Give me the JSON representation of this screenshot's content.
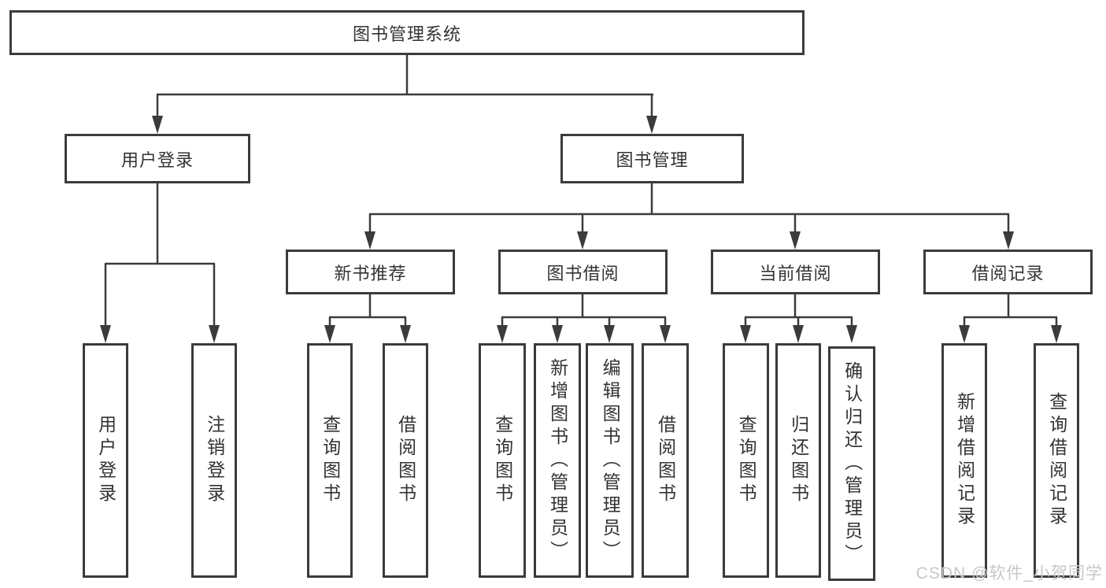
{
  "diagram_title": "图书管理系统",
  "colors": {
    "line": "#3b3b3b",
    "text": "#333333",
    "box_background": "#ffffff",
    "page_background": "#ffffff",
    "watermark": "#c8c8c8"
  },
  "tree": {
    "label": "图书管理系统",
    "children": [
      {
        "label": "用户登录",
        "children": [
          {
            "label": "用户登录"
          },
          {
            "label": "注销登录"
          }
        ]
      },
      {
        "label": "图书管理",
        "children": [
          {
            "label": "新书推荐",
            "children": [
              {
                "label": "查询图书"
              },
              {
                "label": "借阅图书"
              }
            ]
          },
          {
            "label": "图书借阅",
            "children": [
              {
                "label": "查询图书"
              },
              {
                "label": "新增图书（管理员）"
              },
              {
                "label": "编辑图书（管理员）"
              },
              {
                "label": "借阅图书"
              }
            ]
          },
          {
            "label": "当前借阅",
            "children": [
              {
                "label": "查询图书"
              },
              {
                "label": "归还图书"
              },
              {
                "label": "确认归还（管理员）"
              }
            ]
          },
          {
            "label": "借阅记录",
            "children": [
              {
                "label": "新增借阅记录"
              },
              {
                "label": "查询借阅记录"
              }
            ]
          }
        ]
      }
    ]
  },
  "watermark": {
    "text": "CSDN @软件_小贺同学"
  }
}
